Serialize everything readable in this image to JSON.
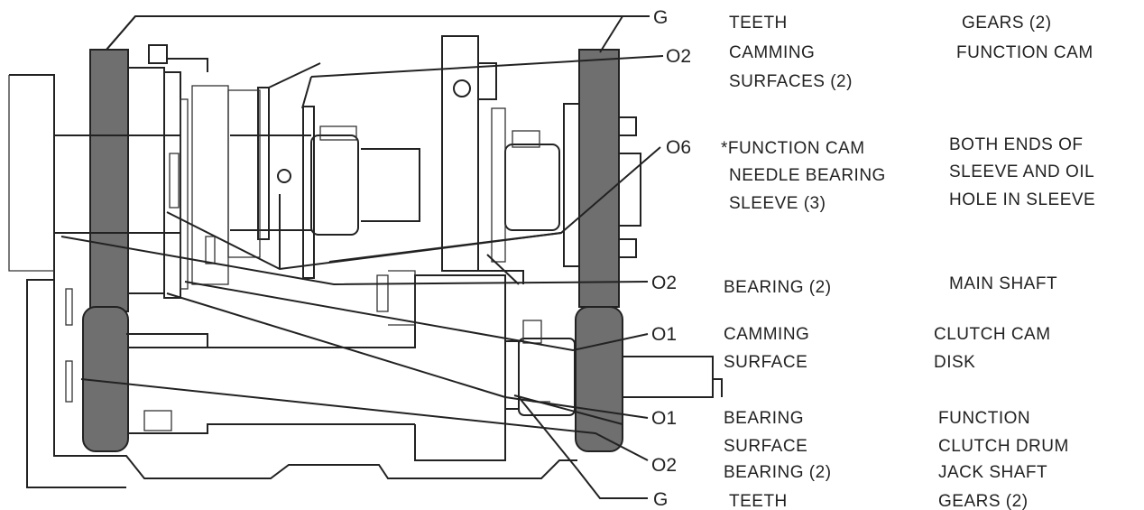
{
  "rows": [
    {
      "code": "G",
      "part_lines": [
        "TEETH"
      ],
      "name_lines": [
        "GEARS (2)"
      ]
    },
    {
      "code": "O2",
      "part_lines": [
        "CAMMING",
        "SURFACES (2)"
      ],
      "name_lines": [
        "FUNCTION CAM"
      ]
    },
    {
      "code": "O6",
      "part_lines": [
        "*FUNCTION CAM",
        "NEEDLE BEARING",
        "SLEEVE (3)"
      ],
      "name_lines": [
        "BOTH ENDS OF",
        "SLEEVE AND OIL",
        "HOLE IN SLEEVE"
      ]
    },
    {
      "code": "O2",
      "part_lines": [
        "BEARING (2)"
      ],
      "name_lines": [
        "MAIN SHAFT"
      ]
    },
    {
      "code": "O1",
      "part_lines": [
        "CAMMING",
        "SURFACE"
      ],
      "name_lines": [
        "CLUTCH CAM",
        "DISK"
      ]
    },
    {
      "code": "O1",
      "part_lines": [
        "BEARING",
        "SURFACE"
      ],
      "name_lines": [
        "FUNCTION",
        "CLUTCH DRUM"
      ]
    },
    {
      "code": "O2",
      "part_lines": [
        "BEARING (2)"
      ],
      "name_lines": [
        "JACK SHAFT"
      ]
    },
    {
      "code": "G",
      "part_lines": [
        "TEETH"
      ],
      "name_lines": [
        "GEARS (2)"
      ]
    }
  ]
}
